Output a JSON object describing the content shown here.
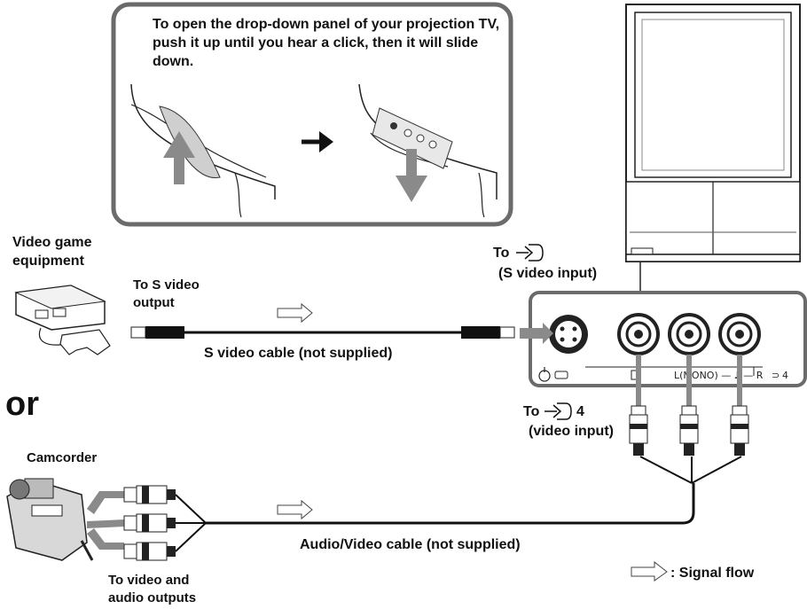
{
  "inset": {
    "instruction": "To open the drop-down panel of your projection TV, push it up until you hear a click, then it will slide down."
  },
  "devices": {
    "game": {
      "label": "Video game equipment",
      "output_label": "To S video output"
    },
    "camcorder": {
      "label": "Camcorder",
      "output_label": "To video and audio outputs"
    }
  },
  "or_label": "or",
  "cables": {
    "s_video": "S video cable (not supplied)",
    "av": "Audio/Video cable (not supplied)"
  },
  "tv_inputs": {
    "s_video_in": {
      "prefix": "To",
      "desc": "(S video input)"
    },
    "video_in": {
      "prefix": "To",
      "number": "4",
      "desc": "(video input)"
    }
  },
  "panel_labels": {
    "audio": "L(MONO) — ♪ — R",
    "input_number": "4"
  },
  "legend": {
    "text": ": Signal flow"
  }
}
